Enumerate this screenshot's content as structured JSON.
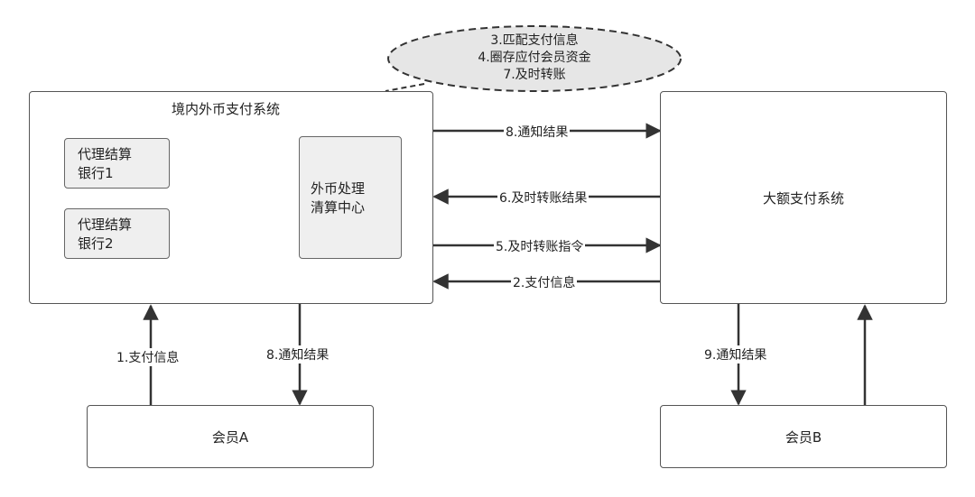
{
  "nodes": {
    "domestic_system": "境内外币支付系统",
    "agent_bank_1": [
      "代理结算",
      "银行1"
    ],
    "agent_bank_2": [
      "代理结算",
      "银行2"
    ],
    "clearing_center": [
      "外币处理",
      "清算中心"
    ],
    "hvps": "大额支付系统",
    "member_a": "会员A",
    "member_b": "会员B"
  },
  "callout": [
    "3.匹配支付信息",
    "4.圈存应付会员资金",
    "7.及时转账"
  ],
  "edges": {
    "notify_top": "8.通知结果",
    "transfer_result": "6.及时转账结果",
    "transfer_cmd": "5.及时转账指令",
    "payment_info_right": "2.支付信息",
    "payment_info_a": "1.支付信息",
    "notify_a": "8.通知结果",
    "notify_b": "9.通知结果"
  }
}
